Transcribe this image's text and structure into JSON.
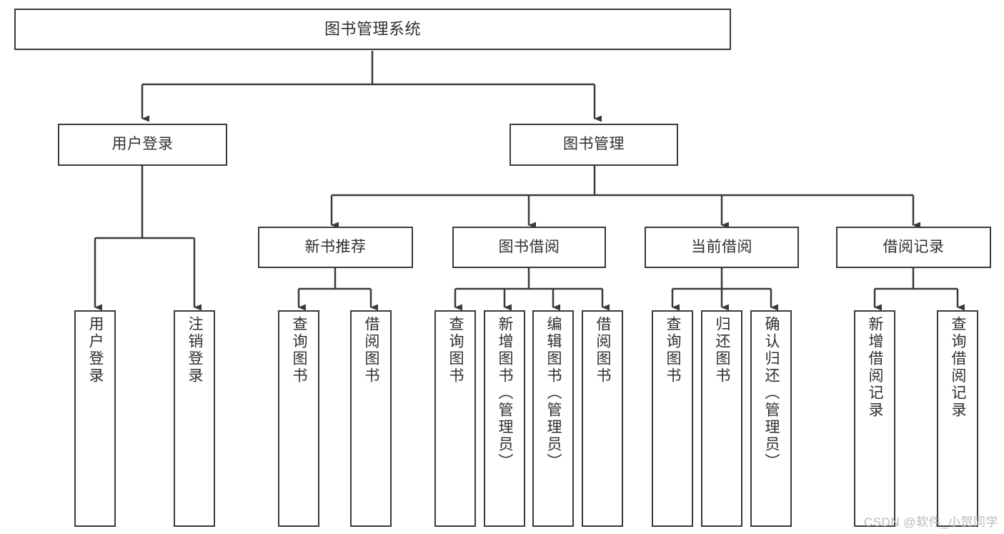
{
  "diagram": {
    "title": "图书管理系统",
    "type": "tree",
    "stroke_color": "#3a3a3a",
    "text_color": "#2f2f2f",
    "background_color": "#ffffff",
    "watermark": "CSDN @软件_小贺同学",
    "watermark_color": "#b9b9b9"
  },
  "nodes": {
    "root": {
      "label": "图书管理系统"
    },
    "level1": [
      {
        "label": "用户登录"
      },
      {
        "label": "图书管理"
      }
    ],
    "level2": [
      {
        "label": "新书推荐"
      },
      {
        "label": "图书借阅"
      },
      {
        "label": "当前借阅"
      },
      {
        "label": "借阅记录"
      }
    ],
    "leaves": {
      "user_login": [
        {
          "label": "用户登录"
        },
        {
          "label": "注销登录"
        }
      ],
      "new_book": [
        {
          "label": "查询图书"
        },
        {
          "label": "借阅图书"
        }
      ],
      "book_borrow": [
        {
          "label": "查询图书"
        },
        {
          "label": "新增图书（管理员）"
        },
        {
          "label": "编辑图书（管理员）"
        },
        {
          "label": "借阅图书"
        }
      ],
      "current_borrow": [
        {
          "label": "查询图书"
        },
        {
          "label": "归还图书"
        },
        {
          "label": "确认归还（管理员）"
        }
      ],
      "borrow_record": [
        {
          "label": "新增借阅记录"
        },
        {
          "label": "查询借阅记录"
        }
      ]
    }
  }
}
